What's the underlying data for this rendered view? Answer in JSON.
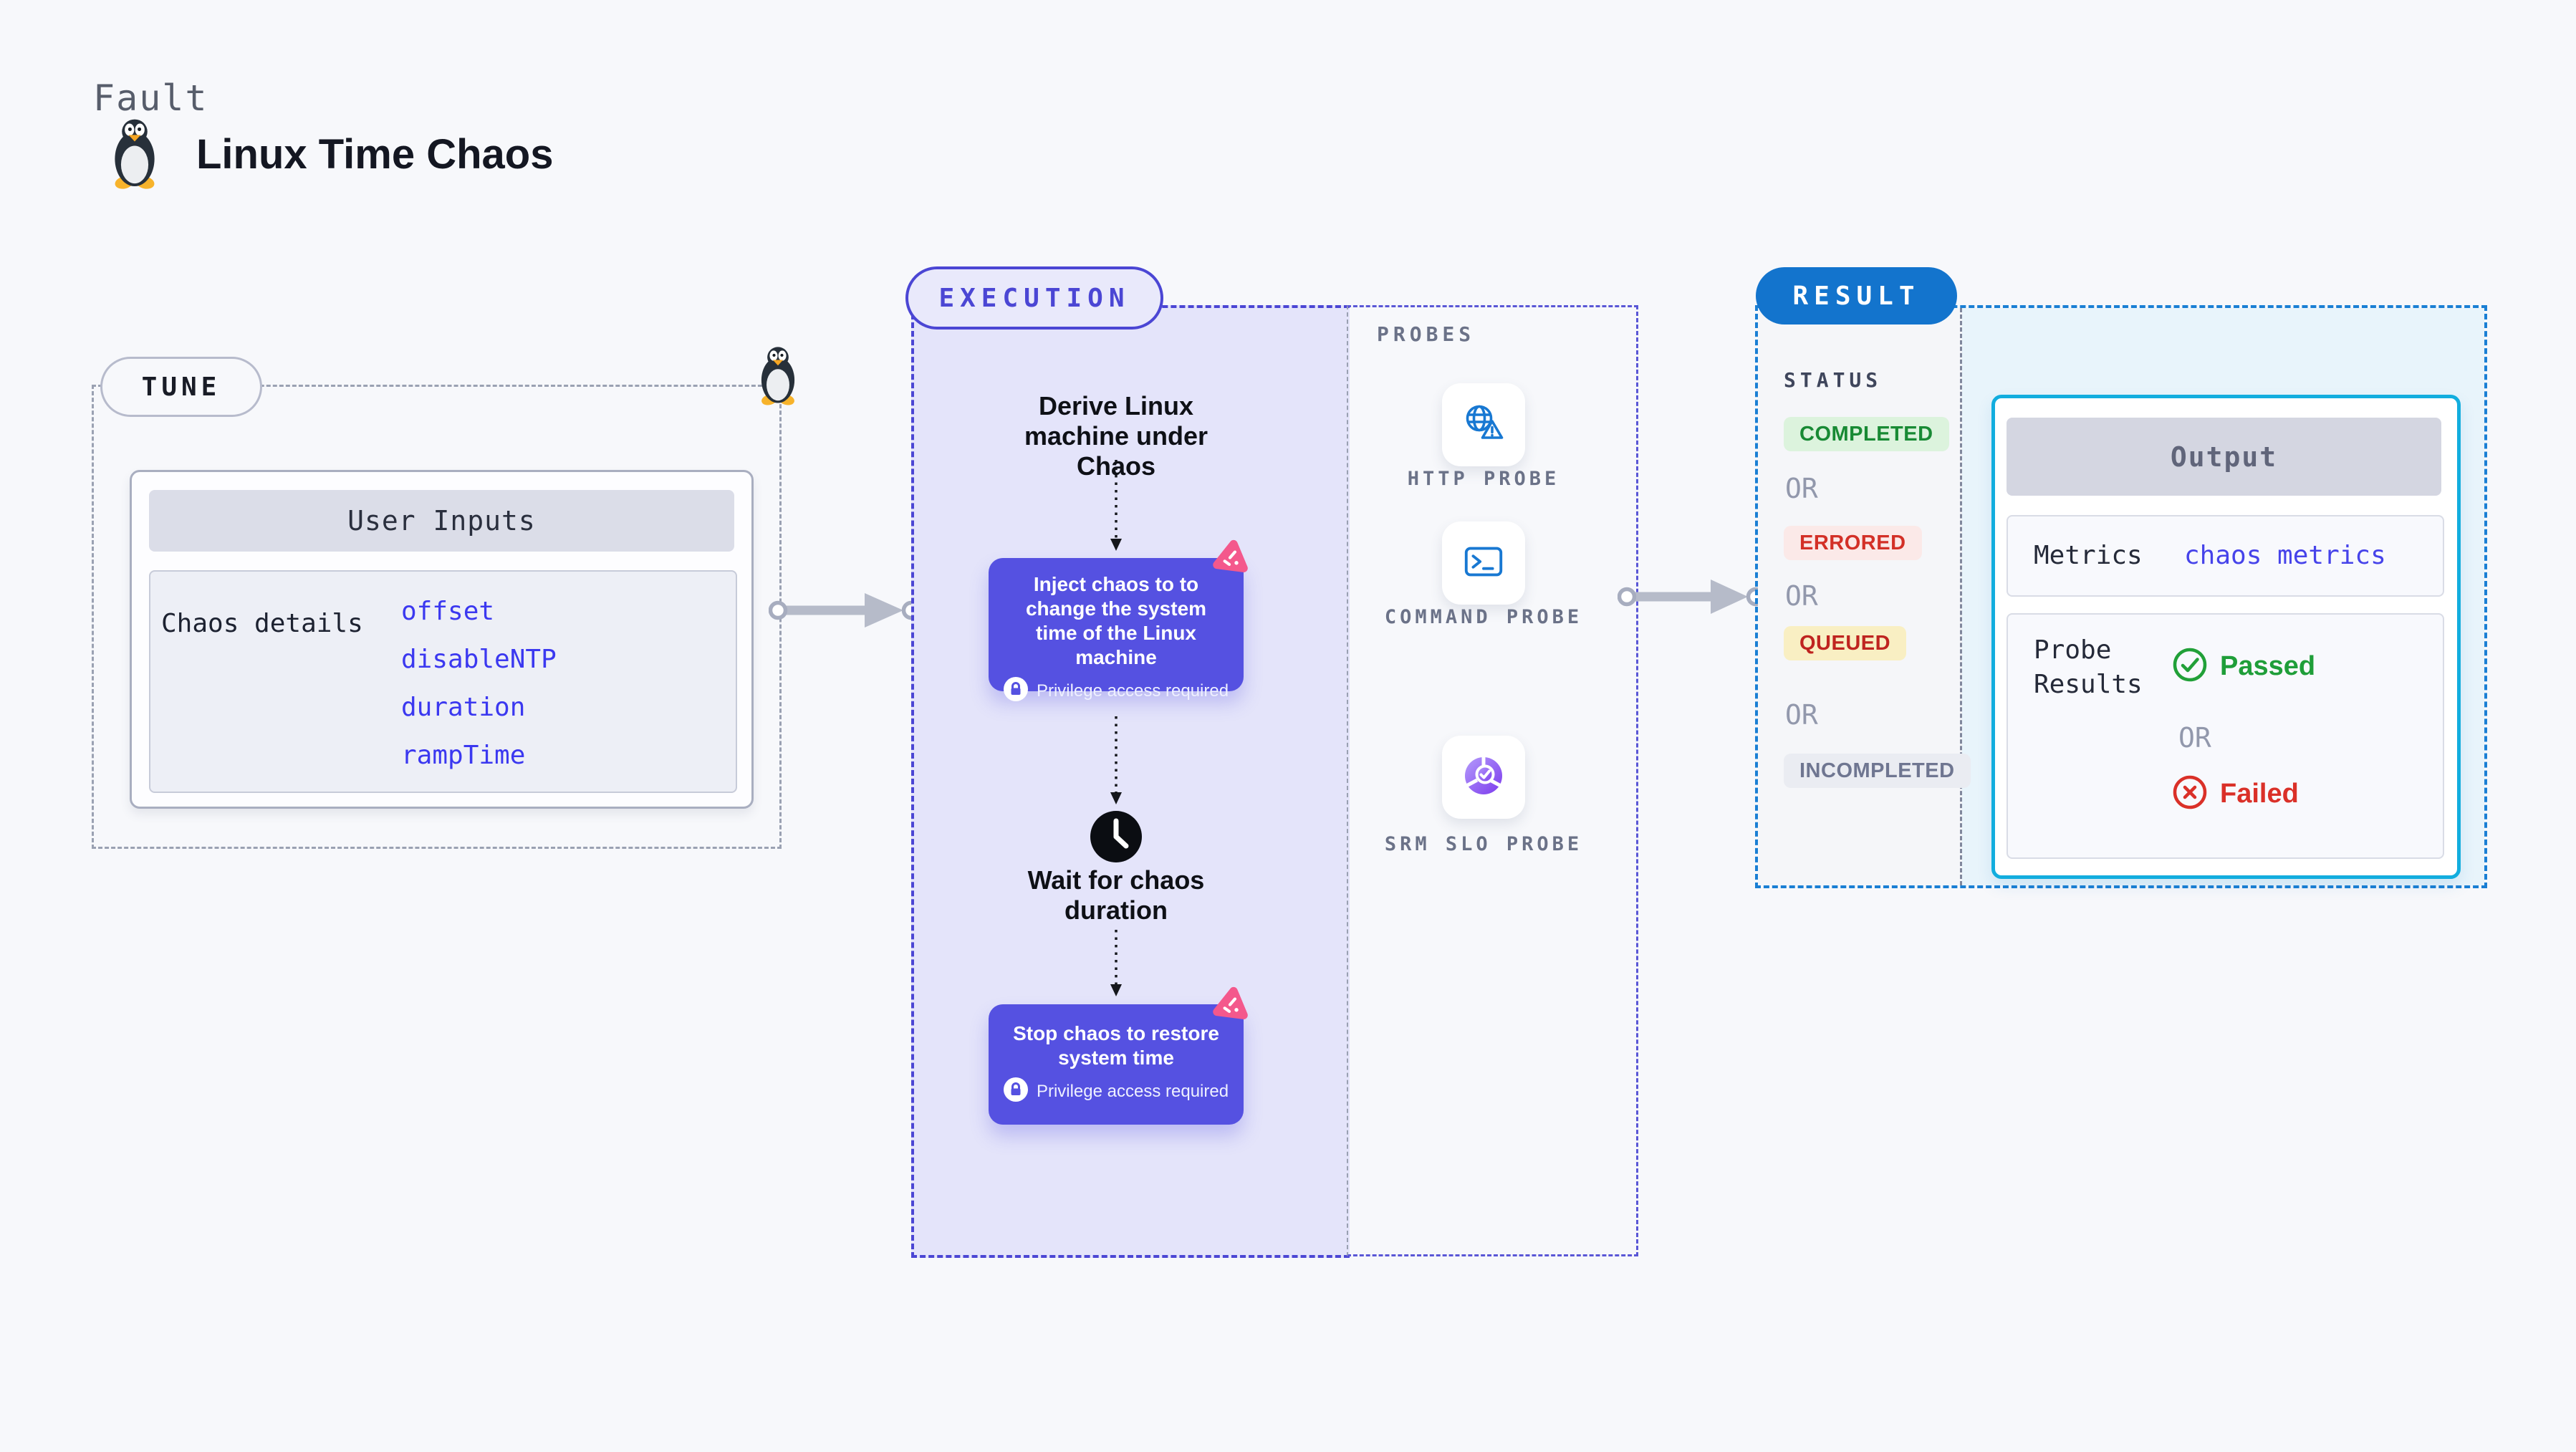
{
  "header": {
    "kicker": "Fault",
    "title": "Linux Time Chaos"
  },
  "tune": {
    "pill_label": "TUNE",
    "card_title": "User Inputs",
    "row_label": "Chaos details",
    "values": [
      "offset",
      "disableNTP",
      "duration",
      "rampTime"
    ]
  },
  "execution": {
    "pill_label": "EXECUTION",
    "derive_text": "Derive Linux machine under Chaos",
    "inject_text": "Inject chaos to to change the system time of the Linux machine",
    "wait_text": "Wait for chaos duration",
    "stop_text": "Stop chaos to restore system time",
    "privilege_label": "Privilege access required"
  },
  "probes": {
    "zone_label": "PROBES",
    "items": [
      {
        "label": "HTTP PROBE",
        "icon": "globe-alert-icon"
      },
      {
        "label": "COMMAND PROBE",
        "icon": "terminal-icon"
      },
      {
        "label": "SRM SLO PROBE",
        "icon": "slo-donut-icon"
      }
    ]
  },
  "result": {
    "pill_label": "RESULT",
    "status_label": "STATUS",
    "or_label": "OR",
    "statuses": [
      {
        "label": "COMPLETED",
        "fg": "#188a34",
        "bg": "#dcf3dd"
      },
      {
        "label": "ERRORED",
        "fg": "#d33027",
        "bg": "#fbe9e8"
      },
      {
        "label": "QUEUED",
        "fg": "#bf2420",
        "bg": "#f9efc3"
      },
      {
        "label": "INCOMPLETED",
        "fg": "#6f7691",
        "bg": "#eaecf2"
      }
    ],
    "output": {
      "title": "Output",
      "metrics_label": "Metrics",
      "metrics_value": "chaos metrics",
      "probe_label": "Probe Results",
      "passed_label": "Passed",
      "failed_label": "Failed"
    }
  },
  "colors": {
    "page_bg": "#f7f8fb",
    "execution_bg": "#e4e4fa",
    "execution_accent": "#4b46d4",
    "node_bg": "#5551e1",
    "chaos_pink": "#f4588c",
    "tune_value_blue": "#3b38f0",
    "result_pill_blue": "#1374cd",
    "result_border_blue": "#1a7fd4",
    "output_border_cyan": "#12adde",
    "probe_icon_blue": "#1878d2",
    "passed_green": "#1f9e39",
    "failed_red": "#da3028"
  }
}
